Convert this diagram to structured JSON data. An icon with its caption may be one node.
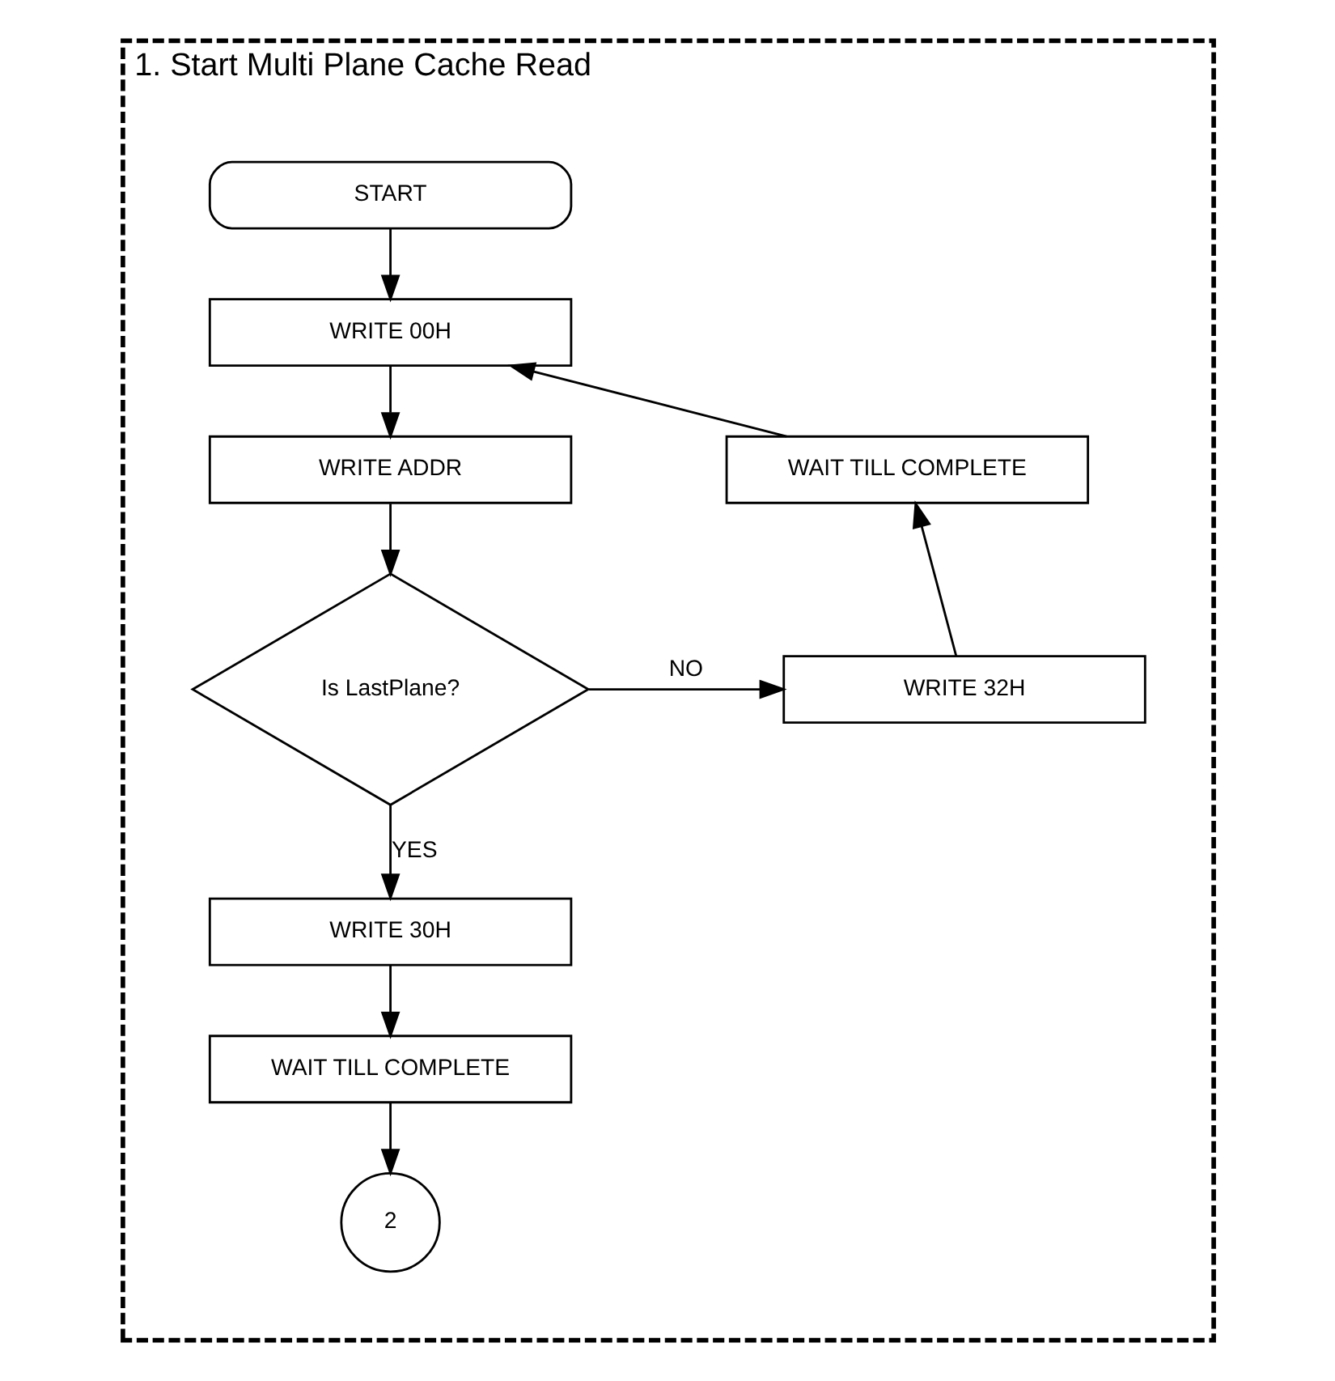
{
  "diagram": {
    "nodes": [
      {
        "text": [
          "1. Start Multi Plane Cache Read"
        ]
      },
      {
        "text": [
          "START"
        ],
        "in": 0
      },
      {
        "text": [
          "WRITE 00H"
        ],
        "in": 0
      },
      {
        "text": [
          "WRITE ADDR"
        ],
        "in": 0
      },
      {
        "text": [
          "Is LastPlane?"
        ],
        "in": 0
      },
      {
        "text": [
          "WAIT TILL COMPLETE"
        ],
        "in": 0
      },
      {
        "text": [
          "WRITE 32H"
        ],
        "in": 0
      },
      {
        "text": [
          "WRITE 30H"
        ],
        "in": 0
      },
      {
        "text": [
          "WAIT TILL COMPLETE"
        ],
        "in": 0
      },
      {
        "text": [
          "2"
        ],
        "in": 0
      }
    ],
    "edges": [
      {
        "from": 1,
        "to": 2,
        "arrow": "to"
      },
      {
        "from": 2,
        "to": 3,
        "arrow": "to"
      },
      {
        "from": 3,
        "to": 4,
        "arrow": "to"
      },
      {
        "from": 4,
        "to": 6,
        "arrow": "to",
        "label": "NO"
      },
      {
        "from": 6,
        "to": 5,
        "arrow": "to"
      },
      {
        "from": 5,
        "to": 2,
        "arrow": "to"
      },
      {
        "from": 4,
        "to": 7,
        "arrow": "to",
        "label": "YES"
      },
      {
        "from": 7,
        "to": 8,
        "arrow": "to"
      },
      {
        "from": 8,
        "to": 9,
        "arrow": "to"
      }
    ]
  }
}
